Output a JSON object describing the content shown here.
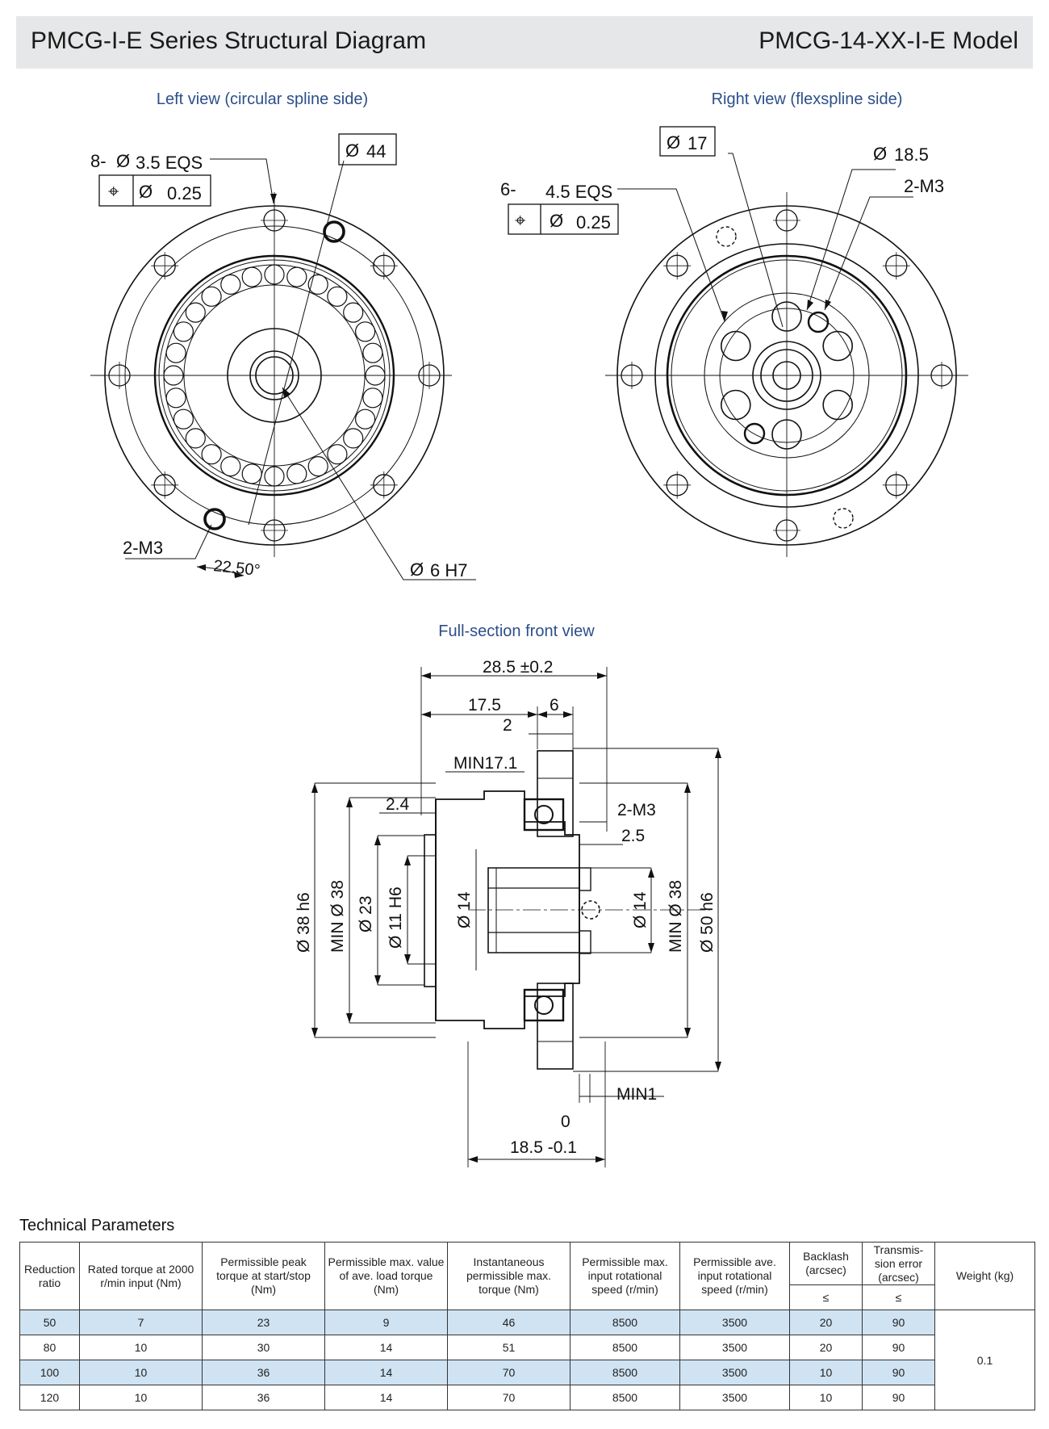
{
  "header": {
    "title": "PMCG-I-E Series Structural Diagram",
    "model": "PMCG-14-XX-I-E Model"
  },
  "views": {
    "left": "Left view (circular spline side)",
    "right": "Right view (flexspline side)",
    "front": "Full-section front view"
  },
  "left_view": {
    "holes_qty": "8-",
    "holes_dia": "3.5 EQS",
    "tol": "0.25",
    "outer_dia": "44",
    "thread": "2-M3",
    "angle": "22.50°",
    "bore": "6 H7",
    "dia_sym": "Ø",
    "pos_sym": "⌖"
  },
  "right_view": {
    "holes_qty": "6-",
    "holes_dia": "4.5 EQS",
    "tol": "0.25",
    "dia1": "17",
    "dia2": "18.5",
    "thread": "2-M3"
  },
  "front_view": {
    "overall": "28.5 ±0.2",
    "d175": "17.5",
    "d6": "6",
    "d2": "2",
    "min171": "MIN17.1",
    "d24": "2.4",
    "m3": "2-M3",
    "d25": "2.5",
    "v38h6": "38 h6",
    "vmin38": "MIN",
    "v38": "38",
    "v23": "23",
    "v11": "11 H6",
    "v14a": "14",
    "v14b": "14",
    "vmin38b": "MIN",
    "v38b": "38",
    "v50": "50 h6",
    "min1": "MIN1",
    "zero": "0",
    "d185": "18.5 -0.1"
  },
  "params": {
    "title": "Technical Parameters",
    "headers": [
      "Reduction ratio",
      "Rated torque at 2000 r/min input (Nm)",
      "Permissible peak torque at start/stop (Nm)",
      "Permissible max. value of ave. load torque (Nm)",
      "Instantaneous permissible max. torque (Nm)",
      "Permissible max. input rotational speed (r/min)",
      "Permissible ave. input rotational speed (r/min)",
      "Backlash (arcsec)",
      "Transmis-sion error (arcsec)",
      "Weight (kg)"
    ],
    "sub": [
      "≤",
      "≤"
    ],
    "rows": [
      [
        "50",
        "7",
        "23",
        "9",
        "46",
        "8500",
        "3500",
        "20",
        "90"
      ],
      [
        "80",
        "10",
        "30",
        "14",
        "51",
        "8500",
        "3500",
        "20",
        "90"
      ],
      [
        "100",
        "10",
        "36",
        "14",
        "70",
        "8500",
        "3500",
        "10",
        "90"
      ],
      [
        "120",
        "10",
        "36",
        "14",
        "70",
        "8500",
        "3500",
        "10",
        "90"
      ]
    ],
    "weight": "0.1",
    "accent": "#cfe3f3"
  }
}
